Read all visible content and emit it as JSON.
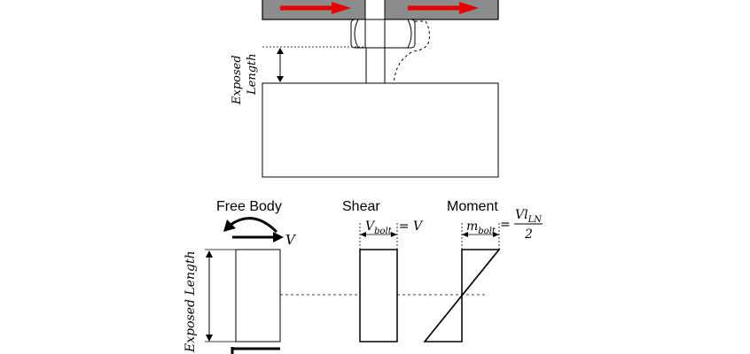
{
  "top": {
    "exposed_label_line1": "Exposed",
    "exposed_label_line2": "Length",
    "colors": {
      "arrow": "#e60000",
      "plate": "#8c8c8c",
      "outline": "#000000",
      "fill": "#ffffff"
    }
  },
  "bottom": {
    "titles": {
      "free_body": "Free Body",
      "shear": "Shear",
      "moment": "Moment"
    },
    "exposed_length_label": "Exposed Length",
    "v_label": "V",
    "shear_eq": {
      "lhs_main": "V",
      "lhs_sub": "bolt",
      "rhs": "= V"
    },
    "moment_eq": {
      "lhs_main": "m",
      "lhs_sub": "bolt",
      "equals": "=",
      "num_main": "Vl",
      "num_sub": "LN",
      "den": "2"
    }
  }
}
